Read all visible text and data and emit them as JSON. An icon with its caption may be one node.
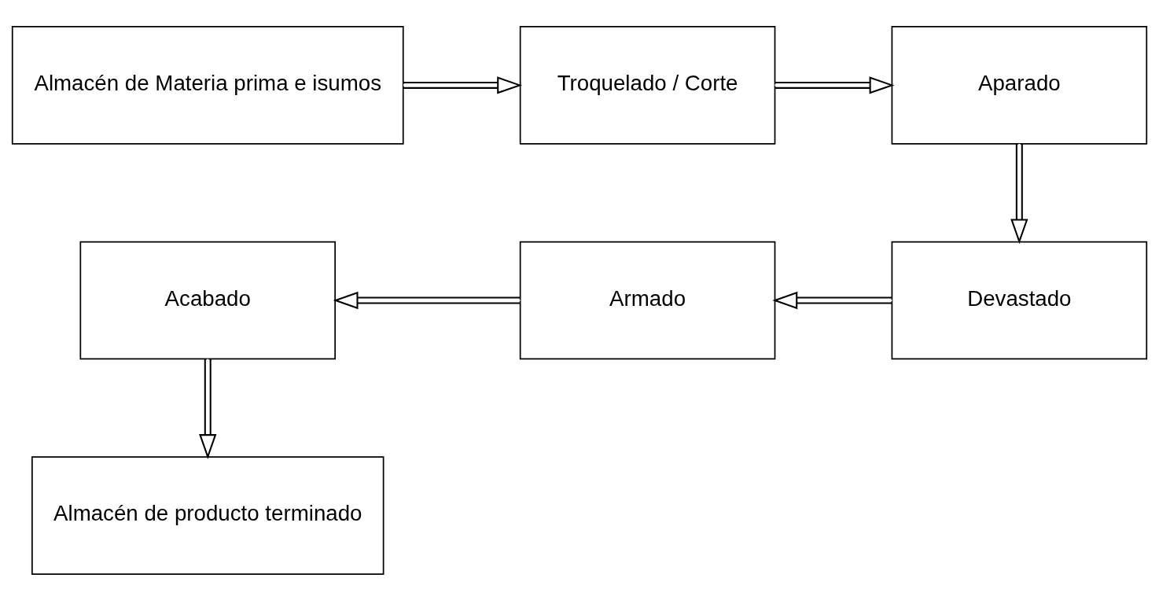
{
  "diagram": {
    "nodes": [
      {
        "text": [
          "Almacén de Materia prima e isumos"
        ]
      },
      {
        "text": [
          "Troquelado / Corte"
        ]
      },
      {
        "text": [
          "Aparado"
        ]
      },
      {
        "text": [
          "Acabado"
        ]
      },
      {
        "text": [
          "Armado"
        ]
      },
      {
        "text": [
          "Devastado"
        ]
      },
      {
        "text": [
          "Almacén de producto terminado"
        ]
      }
    ],
    "edges": [
      {
        "from": 0,
        "to": 1,
        "arrow": "to"
      },
      {
        "from": 1,
        "to": 2,
        "arrow": "to"
      },
      {
        "from": 2,
        "to": 5,
        "arrow": "to"
      },
      {
        "from": 5,
        "to": 4,
        "arrow": "to"
      },
      {
        "from": 4,
        "to": 3,
        "arrow": "to"
      },
      {
        "from": 3,
        "to": 6,
        "arrow": "to"
      }
    ]
  }
}
